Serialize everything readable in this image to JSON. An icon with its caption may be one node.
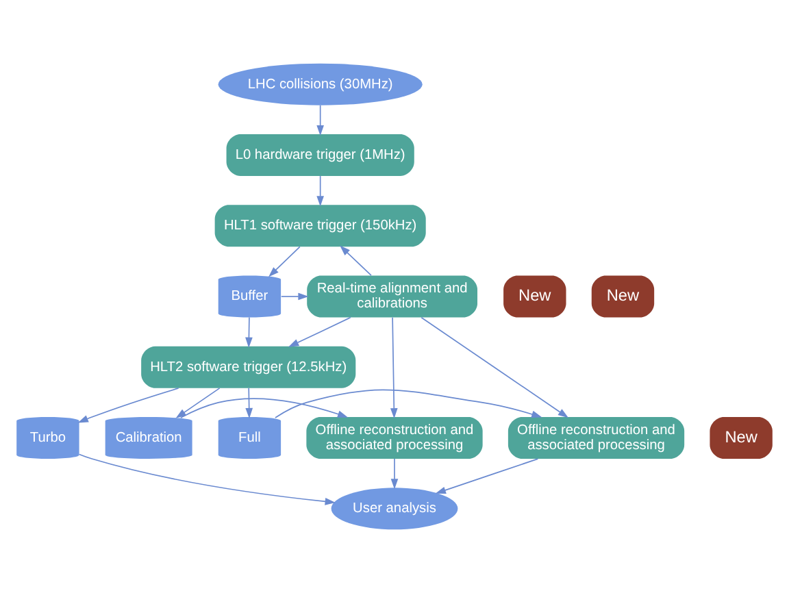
{
  "diagram": {
    "nodes": [
      {
        "text": [
          "LHC collisions (30MHz)"
        ]
      },
      {
        "text": [
          "L0 hardware trigger (1MHz)"
        ]
      },
      {
        "text": [
          "HLT1 software trigger (150kHz)"
        ]
      },
      {
        "text": [
          "New"
        ]
      },
      {
        "text": [
          "New"
        ]
      },
      {
        "text": [
          "Buffer"
        ]
      },
      {
        "text": [
          "Real-time alignment and calibrations"
        ]
      },
      {
        "text": [
          "HLT2 software trigger (12.5kHz)"
        ]
      },
      {
        "text": [
          "Full"
        ]
      },
      {
        "text": [
          "Offline reconstruction and associated processing"
        ]
      },
      {
        "text": [
          "New"
        ]
      },
      {
        "text": [
          "Turbo"
        ]
      },
      {
        "text": [
          "User analysis"
        ]
      },
      {
        "text": [
          "Calibration"
        ]
      },
      {
        "text": [
          "Offline reconstruction and associated processing"
        ]
      }
    ],
    "edges": [
      {
        "from": 0,
        "to": 1,
        "arrow": "to"
      },
      {
        "from": 1,
        "to": 2,
        "arrow": "to"
      },
      {
        "from": 2,
        "to": 5,
        "arrow": "to"
      },
      {
        "from": 5,
        "to": 6,
        "arrow": "to"
      },
      {
        "from": 6,
        "to": 2,
        "arrow": "to"
      },
      {
        "from": 5,
        "to": 7,
        "arrow": "to"
      },
      {
        "from": 6,
        "to": 7,
        "arrow": "to"
      },
      {
        "from": 7,
        "to": 8,
        "arrow": "to"
      },
      {
        "from": 7,
        "to": 11,
        "arrow": "to"
      },
      {
        "from": 7,
        "to": 13,
        "arrow": "to"
      },
      {
        "from": 8,
        "to": 9,
        "arrow": "to"
      },
      {
        "from": 9,
        "to": 12,
        "arrow": "to"
      },
      {
        "from": 11,
        "to": 12,
        "arrow": "to"
      },
      {
        "from": 13,
        "to": 14,
        "arrow": "to"
      },
      {
        "from": 14,
        "to": 12,
        "arrow": "to"
      },
      {
        "from": 6,
        "to": 9,
        "arrow": "to"
      },
      {
        "from": 6,
        "to": 14,
        "arrow": "to"
      }
    ]
  }
}
